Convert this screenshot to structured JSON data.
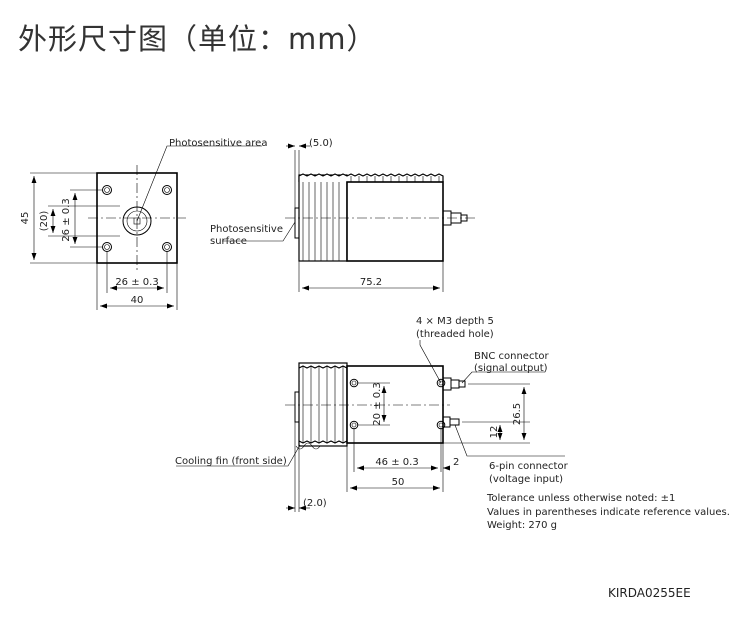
{
  "title": "外形尺寸图（单位：mm）",
  "labels": {
    "photosensitive_area": "Photosensitive area",
    "photosensitive_surface_1": "Photosensitive",
    "photosensitive_surface_2": "surface",
    "mount_holes_1": "4 × M3 depth 5",
    "mount_holes_2": "(threaded hole)",
    "bnc_1": "BNC connector",
    "bnc_2": "(signal output)",
    "pin6_1": "6-pin connector",
    "pin6_2": "(voltage input)",
    "cooling_fin": "Cooling fin (front side)"
  },
  "dimensions": {
    "front_height": "45",
    "front_ref_height": "(20)",
    "front_hole_v": "26 ± 0.3",
    "front_hole_h": "26 ± 0.3",
    "front_width": "40",
    "fin_offset_top": "(5.0)",
    "side_length": "75.2",
    "bottom_hole_v": "20 ± 0.3",
    "bottom_hole_h": "46 ± 0.3",
    "bottom_edge": "2",
    "bottom_length": "50",
    "fin_offset_bottom": "(2.0)",
    "conn_12": "12",
    "conn_265": "26.5"
  },
  "notes": [
    "Tolerance unless otherwise noted: ±1",
    "Values in parentheses indicate reference values.",
    "Weight: 270 g"
  ],
  "drawing_code": "KIRDA0255EE"
}
